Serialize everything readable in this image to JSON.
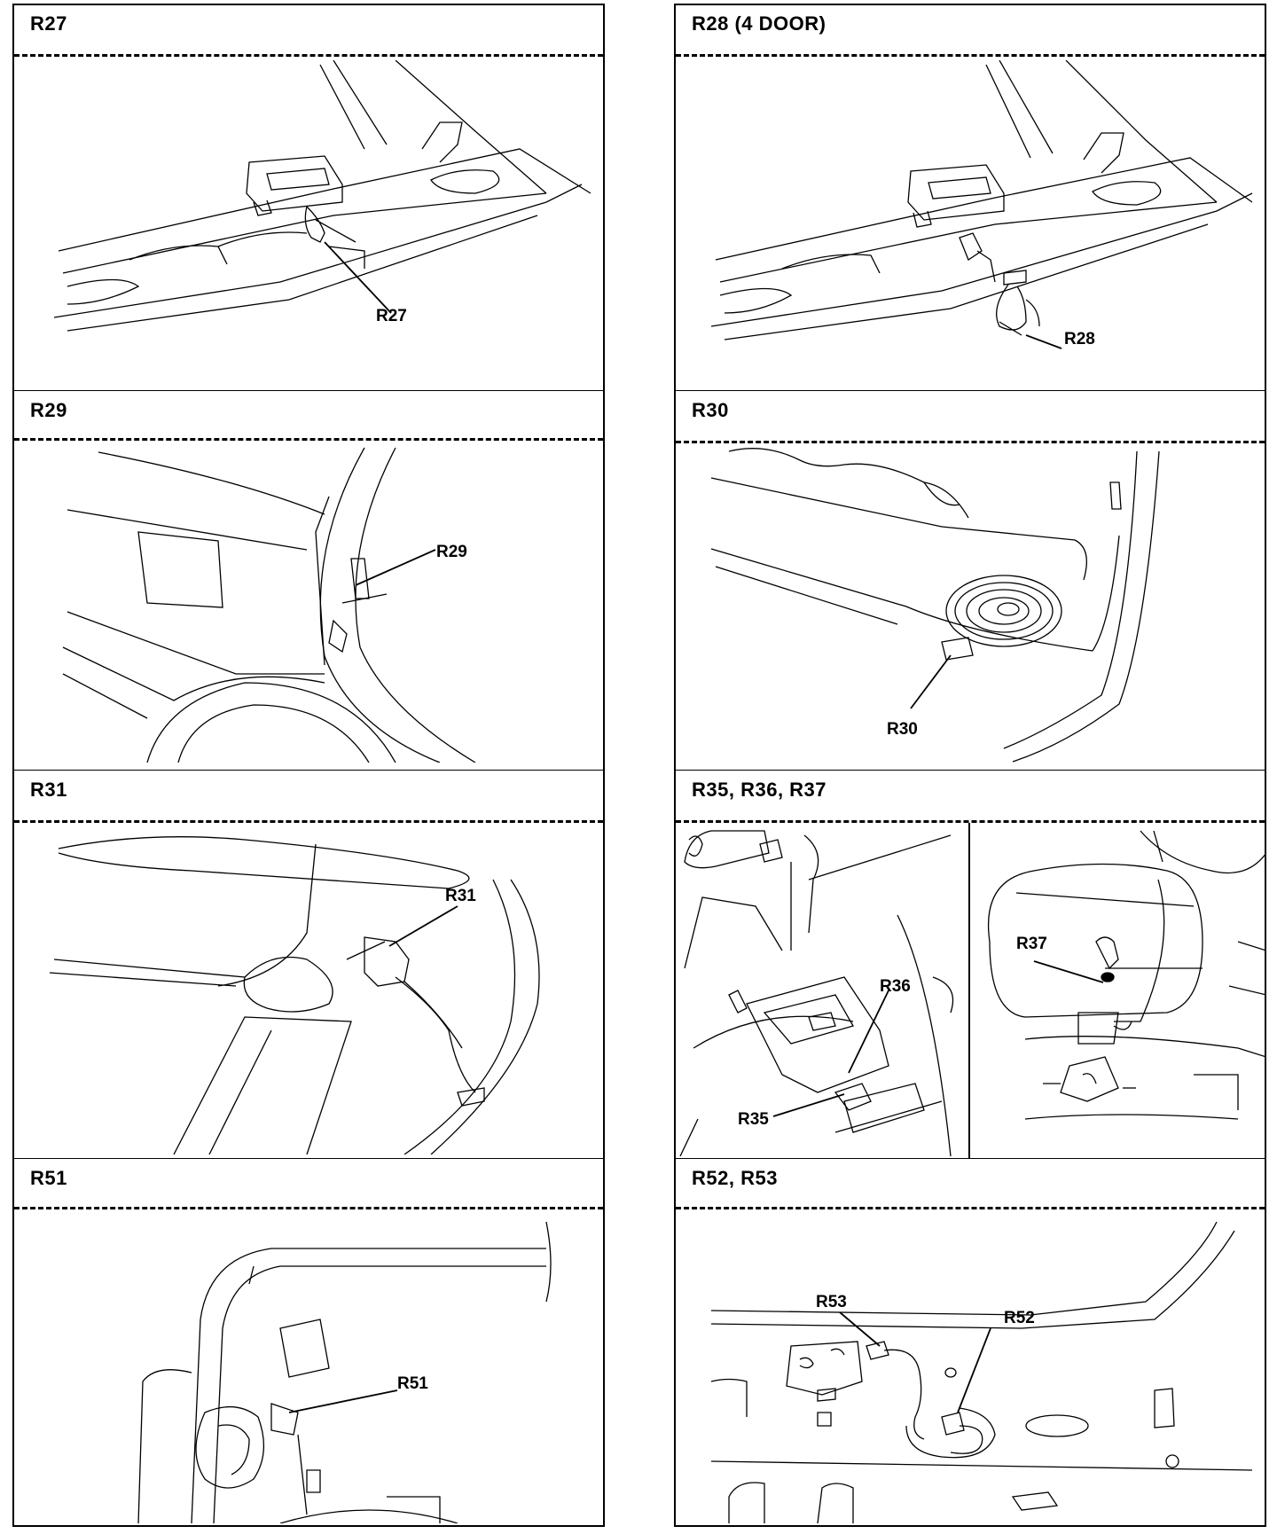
{
  "panels": [
    {
      "id": "r27",
      "title": "R27",
      "labels": [
        "R27"
      ]
    },
    {
      "id": "r28",
      "title": "R28 (4 DOOR)",
      "labels": [
        "R28"
      ]
    },
    {
      "id": "r29",
      "title": "R29",
      "labels": [
        "R29"
      ]
    },
    {
      "id": "r30",
      "title": "R30",
      "labels": [
        "R30"
      ]
    },
    {
      "id": "r31",
      "title": "R31",
      "labels": [
        "R31"
      ]
    },
    {
      "id": "r35",
      "title": "R35, R36, R37",
      "labels": [
        "R36",
        "R35",
        "R37"
      ]
    },
    {
      "id": "r51",
      "title": "R51",
      "labels": [
        "R51"
      ]
    },
    {
      "id": "r52",
      "title": "R52, R53",
      "labels": [
        "R53",
        "R52"
      ]
    }
  ]
}
